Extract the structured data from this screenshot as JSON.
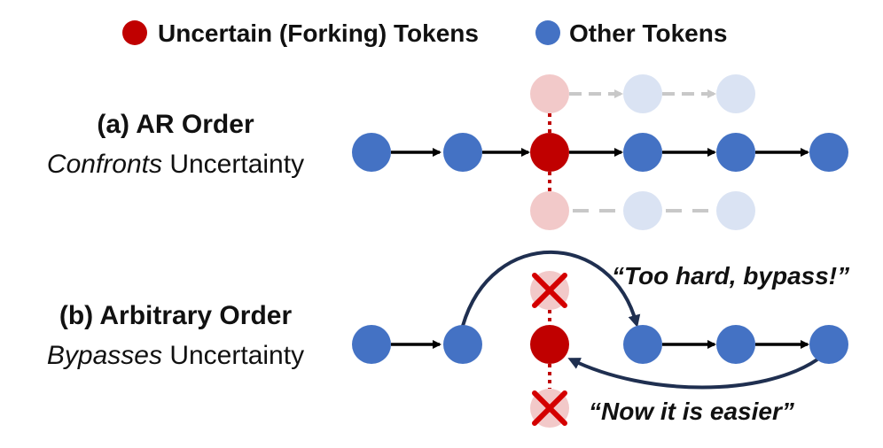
{
  "legend": {
    "uncertain_label": "Uncertain (Forking) Tokens",
    "other_label": "Other Tokens"
  },
  "colors": {
    "uncertain": "#c00000",
    "other": "#4472c4",
    "uncertain_faded": "#f2c9c9",
    "other_faded": "#dae3f3",
    "dashed_faded": "#c8c8c8",
    "curve": "#1f2f50",
    "cross": "#d40000"
  },
  "panel_a": {
    "title": "(a) AR Order",
    "subtitle_emphasis": "Confronts",
    "subtitle_rest": " Uncertainty"
  },
  "panel_b": {
    "title": "(b) Arbitrary Order",
    "subtitle_emphasis": "Bypasses",
    "subtitle_rest": " Uncertainty",
    "quote_top": "“Too hard, bypass!”",
    "quote_bottom": "“Now it is easier”"
  }
}
